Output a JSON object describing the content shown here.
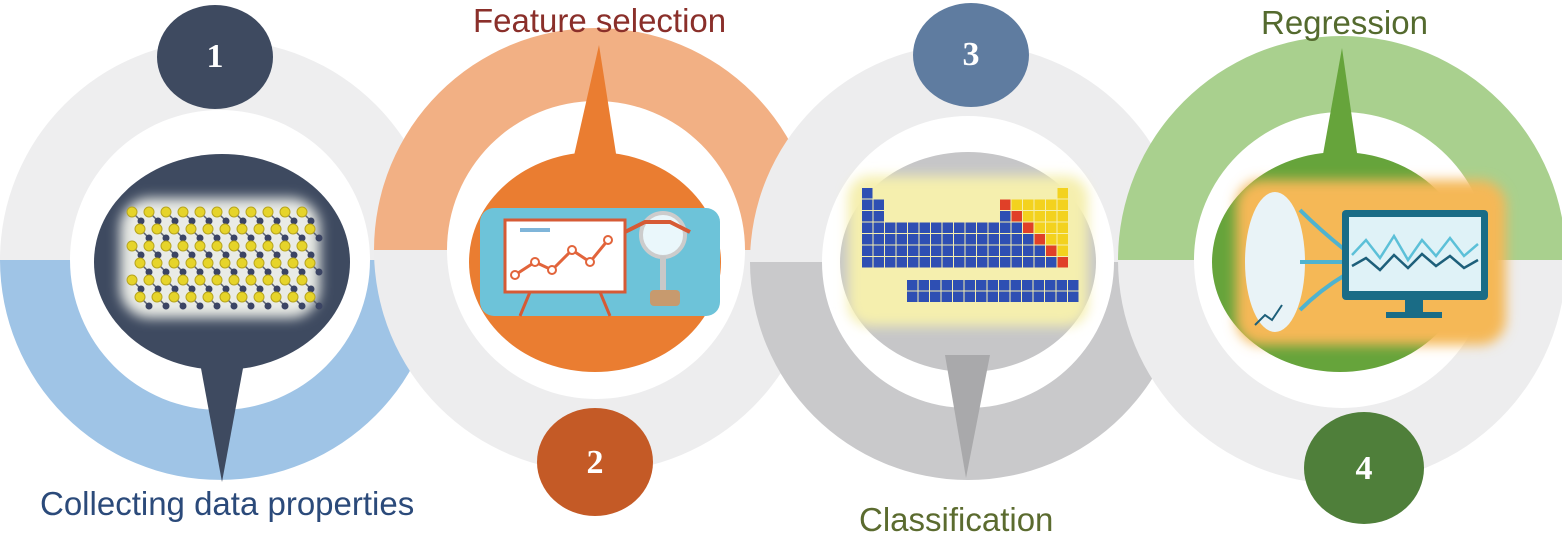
{
  "steps": [
    {
      "number": "1",
      "label": "Collecting data properties",
      "label_color": "#2b4a7a",
      "accent": "#3e4a60",
      "ring_upper": "#eeeeef",
      "ring_lower": "#9fc4e6",
      "image": "crystal-lattice"
    },
    {
      "number": "2",
      "label": "Feature selection",
      "label_color": "#8a2f2a",
      "accent": "#ea7d31",
      "ring_upper": "#f2b084",
      "ring_lower": "#ededee",
      "badge": "#c45a26",
      "image": "presentation-chart"
    },
    {
      "number": "3",
      "label": "Classification",
      "label_color": "#5b6b2f",
      "accent": "#c6c6c8",
      "ring_upper": "#ededee",
      "ring_lower": "#c9c9cb",
      "badge": "#5f7ca0",
      "pointer": "#a9a9ab",
      "image": "periodic-table"
    },
    {
      "number": "4",
      "label": "Regression",
      "label_color": "#546a2e",
      "accent": "#66a43b",
      "ring_upper": "#a9d08e",
      "ring_lower": "#ededee",
      "badge": "#4f7f3a",
      "image": "regression-monitor"
    }
  ]
}
